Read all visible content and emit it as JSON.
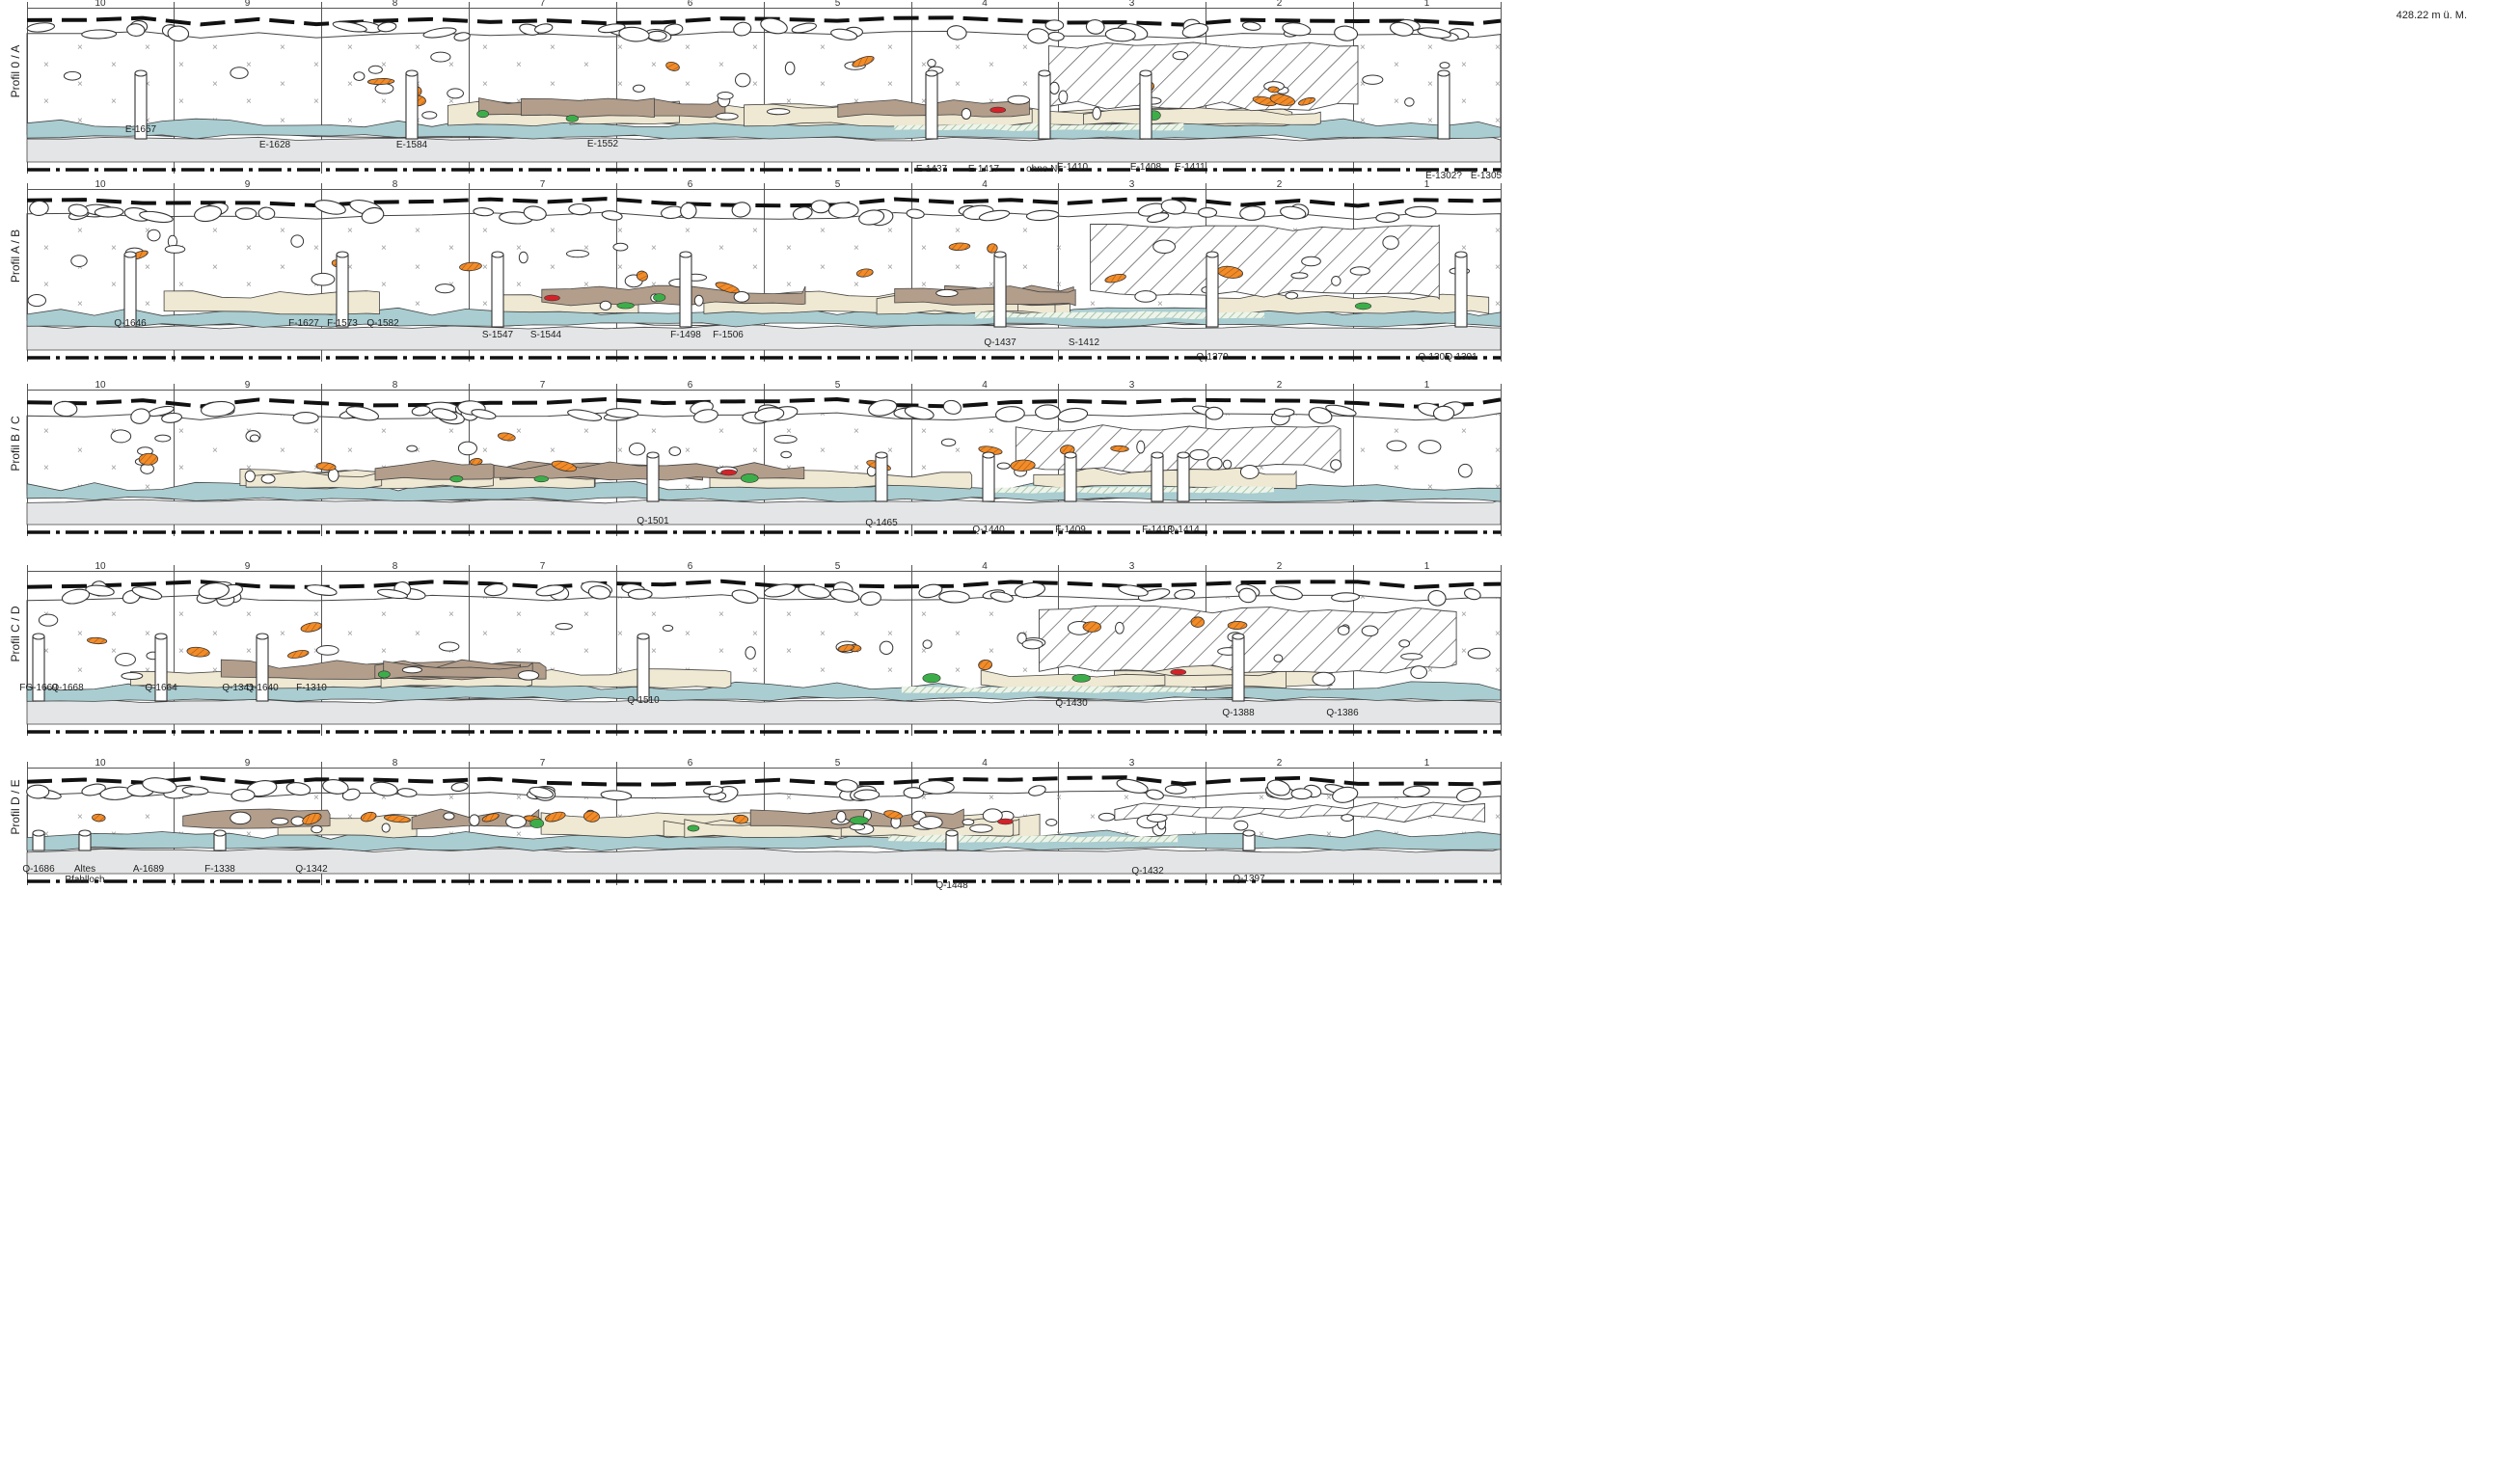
{
  "elevation_label": "428.22 m ü. M.",
  "profiles": [
    {
      "name": "Profil 0 / A",
      "squares": [
        "10",
        "9",
        "8",
        "7",
        "6",
        "5",
        "4",
        "3",
        "2",
        "1"
      ],
      "labels": [
        "E-1657",
        "E-1628",
        "E-1584",
        "E-1552",
        "E-1437",
        "E-1417",
        "ohne Nr.",
        "E-1410",
        "E-1408",
        "E-1411",
        "E-1302?",
        "E-1305"
      ]
    },
    {
      "name": "Profil A / B",
      "squares": [
        "10",
        "9",
        "8",
        "7",
        "6",
        "5",
        "4",
        "3",
        "2",
        "1"
      ],
      "labels": [
        "Q-1646",
        "F-1627",
        "F-1573",
        "Q-1582",
        "S-1547",
        "S-1544",
        "F-1498",
        "F-1506",
        "Q-1437",
        "S-1412",
        "Q-1379",
        "Q-1305",
        "Q-1301"
      ]
    },
    {
      "name": "Profil B / C",
      "squares": [
        "10",
        "9",
        "8",
        "7",
        "6",
        "5",
        "4",
        "3",
        "2",
        "1"
      ],
      "labels": [
        "Q-1501",
        "Q-1465",
        "Q-1440",
        "F-1409",
        "F-1413",
        "Q-1414"
      ]
    },
    {
      "name": "Profil C / D",
      "squares": [
        "10",
        "9",
        "8",
        "7",
        "6",
        "5",
        "4",
        "3",
        "2",
        "1"
      ],
      "labels": [
        "FG-1669",
        "Q-1668",
        "Q-1664",
        "Q-1341",
        "Q-1640",
        "F-1310",
        "Q-1510",
        "Q-1430",
        "Q-1388",
        "Q-1386"
      ]
    },
    {
      "name": "Profil D / E",
      "squares": [
        "10",
        "9",
        "8",
        "7",
        "6",
        "5",
        "4",
        "3",
        "2",
        "1"
      ],
      "labels": [
        "Q-1686",
        "Altes",
        "Pfahlloch",
        "A-1689",
        "F-1338",
        "Q-1342",
        "Q-1448",
        "Q-1432",
        "Q-1397"
      ]
    }
  ],
  "colors": {
    "grey_base": "#e4e5e6",
    "blue_layer": "#a9cdd1",
    "beige_layer": "#efe8d2",
    "brown_layer": "#b39e8b",
    "dark_layer": "#6f6460",
    "orange_find": "#f28c28",
    "green_find": "#3cae49",
    "red_find": "#d2232a",
    "bright_blue": "#1ea6e0",
    "hatch_line": "#555555",
    "green_hatch": "#a7c9a2"
  }
}
